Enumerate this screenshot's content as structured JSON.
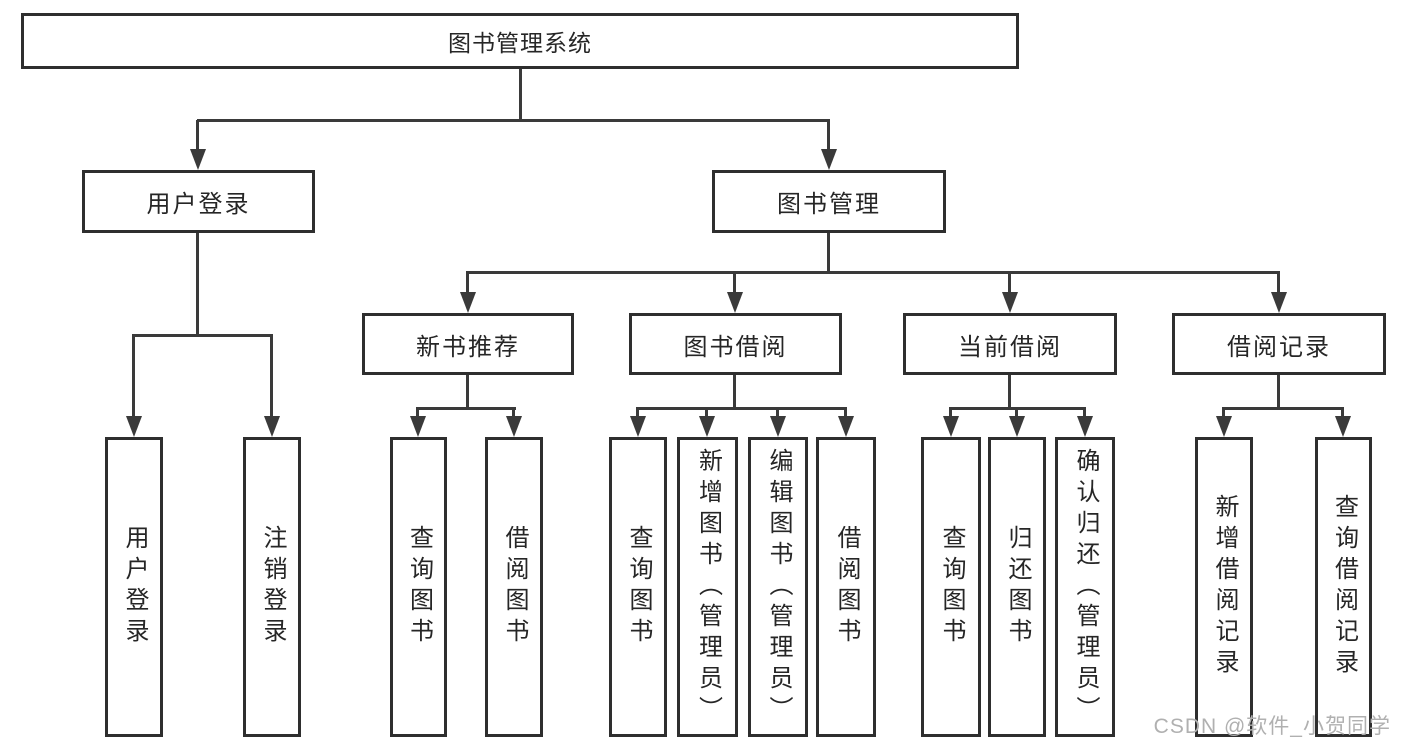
{
  "diagram_type": "hierarchy-tree",
  "colors": {
    "line": "#3a3a3a",
    "box_border": "#2e2e2e",
    "box_fill": "#ffffff",
    "text": "#262626",
    "watermark": "#b0b0b0",
    "background": "#ffffff"
  },
  "tree": {
    "label": "图书管理系统",
    "children": [
      {
        "label": "用户登录",
        "children": [
          {
            "label": "用户登录"
          },
          {
            "label": "注销登录"
          }
        ]
      },
      {
        "label": "图书管理",
        "children": [
          {
            "label": "新书推荐",
            "children": [
              {
                "label": "查询图书"
              },
              {
                "label": "借阅图书"
              }
            ]
          },
          {
            "label": "图书借阅",
            "children": [
              {
                "label": "查询图书"
              },
              {
                "label": "新增图书（管理员）"
              },
              {
                "label": "编辑图书（管理员）"
              },
              {
                "label": "借阅图书"
              }
            ]
          },
          {
            "label": "当前借阅",
            "children": [
              {
                "label": "查询图书"
              },
              {
                "label": "归还图书"
              },
              {
                "label": "确认归还（管理员）"
              }
            ]
          },
          {
            "label": "借阅记录",
            "children": [
              {
                "label": "新增借阅记录"
              },
              {
                "label": "查询借阅记录"
              }
            ]
          }
        ]
      }
    ]
  },
  "watermark": {
    "text": "CSDN @软件_小贺同学"
  }
}
